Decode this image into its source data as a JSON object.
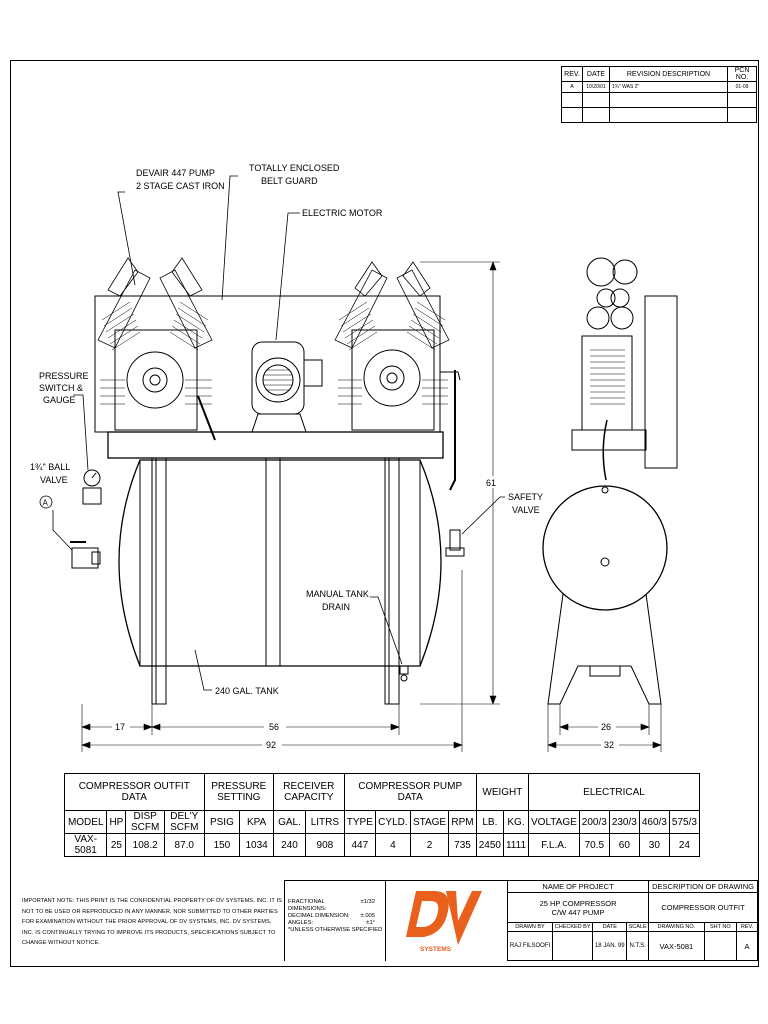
{
  "revision_table": {
    "headers": [
      "REV.",
      "DATE",
      "REVISION DESCRIPTION",
      "PCN NO."
    ],
    "rows": [
      [
        "A",
        "10\\20\\01",
        "1¾\" WAS 2\"",
        "01-09"
      ],
      [
        "",
        "",
        "",
        ""
      ]
    ]
  },
  "labels": {
    "pump": "DEVAIR 447 PUMP",
    "pump2": "2 STAGE CAST IRON",
    "guard": "TOTALLY ENCLOSED",
    "guard2": "BELT GUARD",
    "motor": "ELECTRIC MOTOR",
    "pswitch1": "PRESSURE",
    "pswitch2": "SWITCH &",
    "pswitch3": "GAUGE",
    "ball1": "1¾\" BALL",
    "ball2": "VALVE",
    "ball_mark": "A",
    "safety1": "SAFETY",
    "safety2": "VALVE",
    "drain1": "MANUAL TANK",
    "drain2": "DRAIN",
    "tank": "240 GAL. TANK"
  },
  "dimensions": {
    "height": "61",
    "left_offset": "17",
    "leg_span": "56",
    "overall_length": "92",
    "side_leg_span": "26",
    "side_width": "32"
  },
  "outfit_table": {
    "group_headers": {
      "outfit": "COMPRESSOR OUTFIT DATA",
      "pressure": "PRESSURE SETTING",
      "receiver": "RECEIVER CAPACITY",
      "pump": "COMPRESSOR PUMP DATA",
      "weight": "WEIGHT",
      "electrical": "ELECTRICAL"
    },
    "columns": [
      "MODEL",
      "HP",
      "DISP SCFM",
      "DEL'Y SCFM",
      "PSIG",
      "KPA",
      "GAL.",
      "LITRS",
      "TYPE",
      "CYLD.",
      "STAGE",
      "RPM",
      "LB.",
      "KG.",
      "VOLTAGE",
      "200/3",
      "230/3",
      "460/3",
      "575/3"
    ],
    "row": [
      "VAX-5081",
      "25",
      "108.2",
      "87.0",
      "150",
      "1034",
      "240",
      "908",
      "447",
      "4",
      "2",
      "735",
      "2450",
      "1111",
      "F.L.A.",
      "70.5",
      "60",
      "30",
      "24"
    ]
  },
  "important_note": "IMPORTANT NOTE: This print is the confidential property of DV SYSTEMS, INC. It is not to be used or reproduced in any manner, nor submitted to other parties for examination without the prior approval of DV SYSTEMS, INC. DV SYSTEMS, INC. is continually trying to improve its products, specifications subject to change without notice.",
  "tolerances": {
    "fractional_label": "FRACTIONAL DIMENSIONS:",
    "fractional_value": "±1/32",
    "decimal_label": "DECIMAL DIMENSION:",
    "decimal_value": "±.005",
    "angles_label": "ANGLES:",
    "angles_value": "±1°",
    "unless": "*UNLESS OTHERWISE SPECIFIED"
  },
  "logo": {
    "mark": "DV",
    "sub": "SYSTEMS",
    "color": "#e8601c"
  },
  "title_block": {
    "name_label": "NAME OF PROJECT",
    "name_line1": "25 HP COMPRESSOR",
    "name_line2": "C/W 447 PUMP",
    "desc_label": "DESCRIPTION OF DRAWING",
    "desc_value": "COMPRESSOR OUTFIT",
    "drawn_by_label": "DRAWN BY",
    "checked_by_label": "CHECKED BY",
    "date_label": "DATE",
    "scale_label": "SCALE",
    "drawn_by": "RAJ FILSOOFI",
    "checked_by": "",
    "date": "18 JAN. 99",
    "scale": "N.T.S.",
    "drawing_no_label": "DRAWING NO.",
    "sheet_label": "SHT NO",
    "rev_label": "REV.",
    "drawing_no": "VAX-5081",
    "sheet_no": "",
    "rev": "A"
  }
}
